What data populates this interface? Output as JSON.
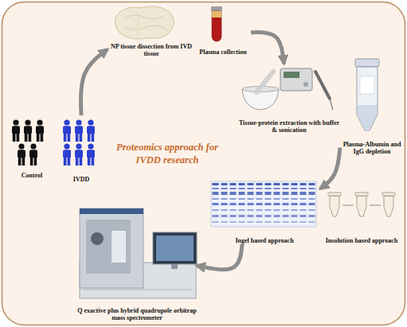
{
  "diagram": {
    "title": "Proteomics approach for IVDD research",
    "nodes": [
      {
        "text": [
          "Control"
        ]
      },
      {
        "text": [
          "IVDD"
        ]
      },
      {
        "text": [
          "NP tissue dissection from IVD tissue"
        ]
      },
      {
        "text": [
          "Plasma collection"
        ]
      },
      {
        "text": [
          "Tissue-protein extraction with buffer & sonication"
        ]
      },
      {
        "text": [
          "Plasma-Albumin and IgG depletion"
        ]
      },
      {
        "text": [
          "Ingel based approach"
        ]
      },
      {
        "text": [
          "Insolution based approach"
        ]
      },
      {
        "text": [
          "Q exactive plus hybrid quadrupole orbitrap mass spectrometer"
        ]
      }
    ],
    "edges": [
      {
        "from": 1,
        "to": 2,
        "arrow": "to"
      },
      {
        "from": 3,
        "to": 4,
        "arrow": "to"
      },
      {
        "from": 5,
        "to": 6,
        "arrow": "to"
      },
      {
        "from": 6,
        "to": 8,
        "arrow": "to"
      }
    ]
  }
}
